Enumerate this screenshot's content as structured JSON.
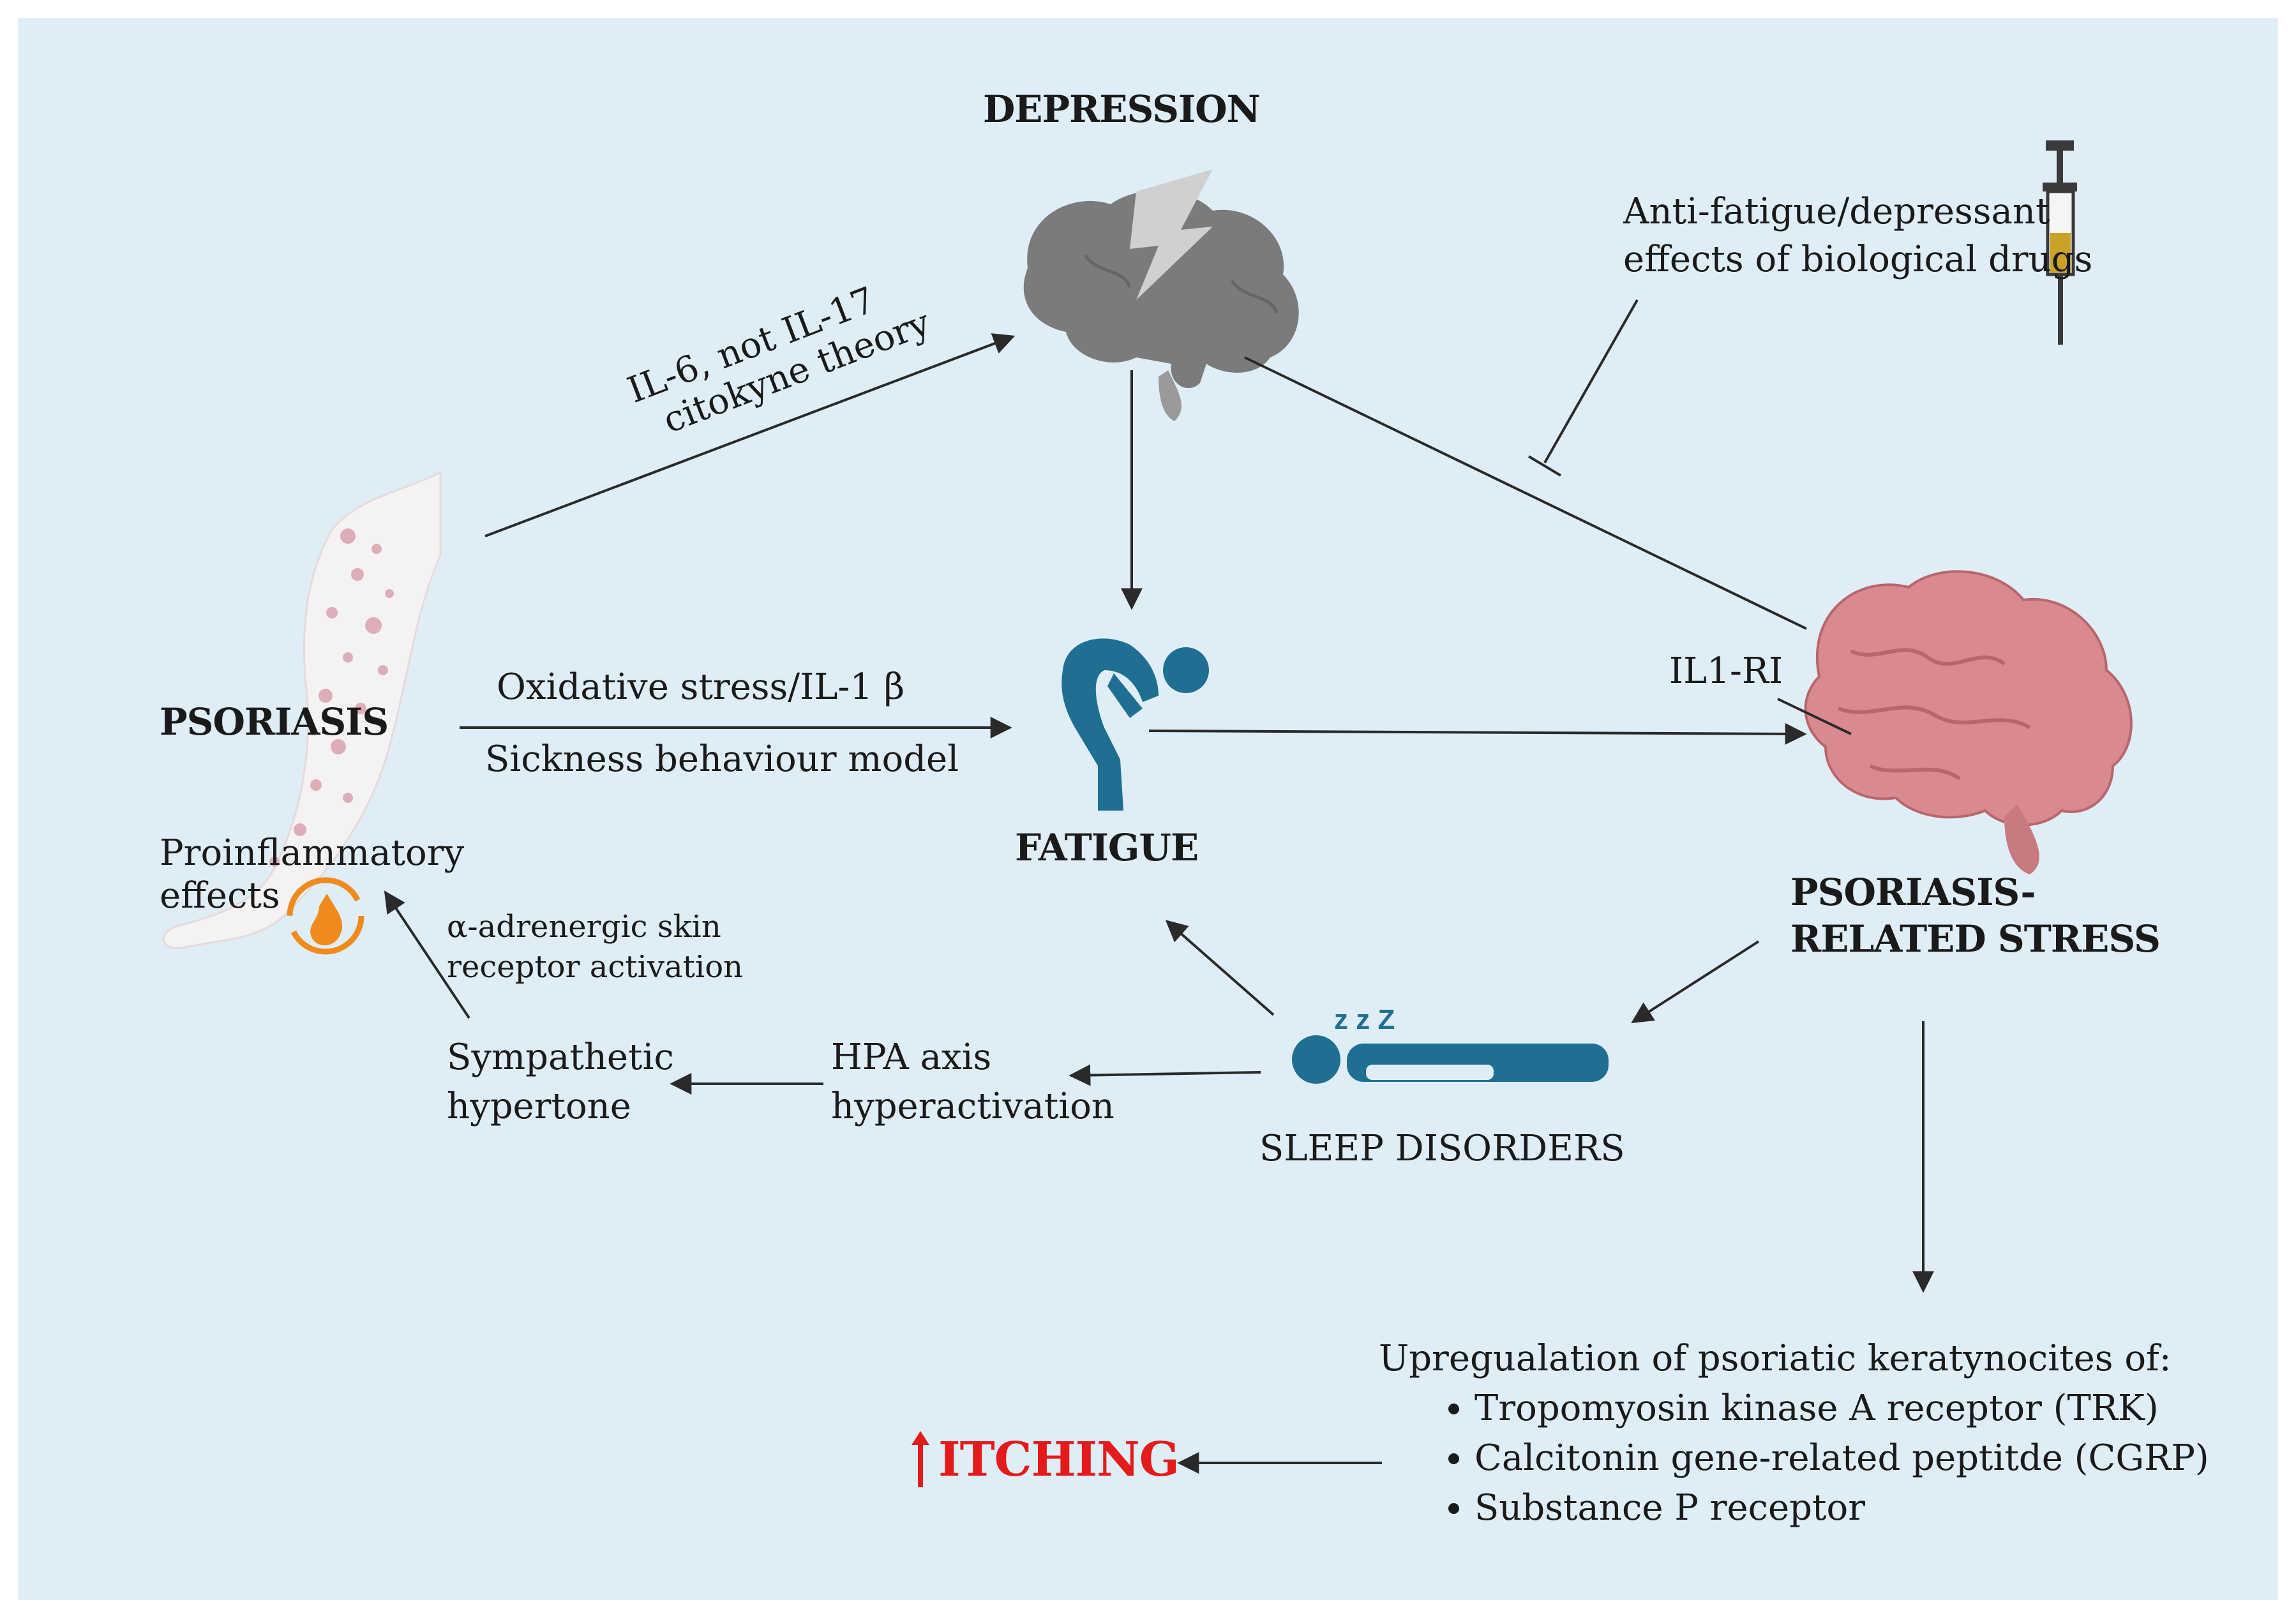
{
  "nodes": {
    "depression": "DEPRESSION",
    "fatigue": "FATIGUE",
    "psoriasis": "PSORIASIS",
    "stress_line1": "PSORIASIS-",
    "stress_line2": "RELATED STRESS",
    "sleep": "SLEEP DISORDERS",
    "itching": "ITCHING"
  },
  "labels": {
    "il6_line1": "IL-6, not IL-17",
    "il6_line2": "citokyne theory",
    "drugs_line1": "Anti-fatigue/depressant",
    "drugs_line2": "effects of biological drugs",
    "oxidative": "Oxidative stress/IL-1 β",
    "sickness": "Sickness behaviour model",
    "il1ri": "IL1-RI",
    "proinflam_line1": "Proinflammatory",
    "proinflam_line2": "effects",
    "alpha_line1": "α-adrenergic skin",
    "alpha_line2": "receptor activation",
    "sympathetic_line1": "Sympathetic",
    "sympathetic_line2": "hypertone",
    "hpa_line1": "HPA axis",
    "hpa_line2": "hyperactivation"
  },
  "upregulation": {
    "heading": "Upregualation of psoriatic keratynocites of:",
    "items": [
      "Tropomyosin kinase A receptor (TRK)",
      "Calcitonin gene-related peptitde (CGRP)",
      "Substance P receptor"
    ]
  },
  "colors": {
    "background": "#dfeef6",
    "figure": "#1f6f92",
    "brain_grey": "#7b7b7b",
    "brain_pink": "#d9898f",
    "itching_red": "#e31b1b",
    "flame": "#f08a1c"
  },
  "icons": [
    "lightning-brain-icon",
    "tired-person-icon",
    "pink-brain-icon",
    "sleeping-person-icon",
    "syringe-icon",
    "arm-icon",
    "flame-icon",
    "up-arrow-icon"
  ]
}
